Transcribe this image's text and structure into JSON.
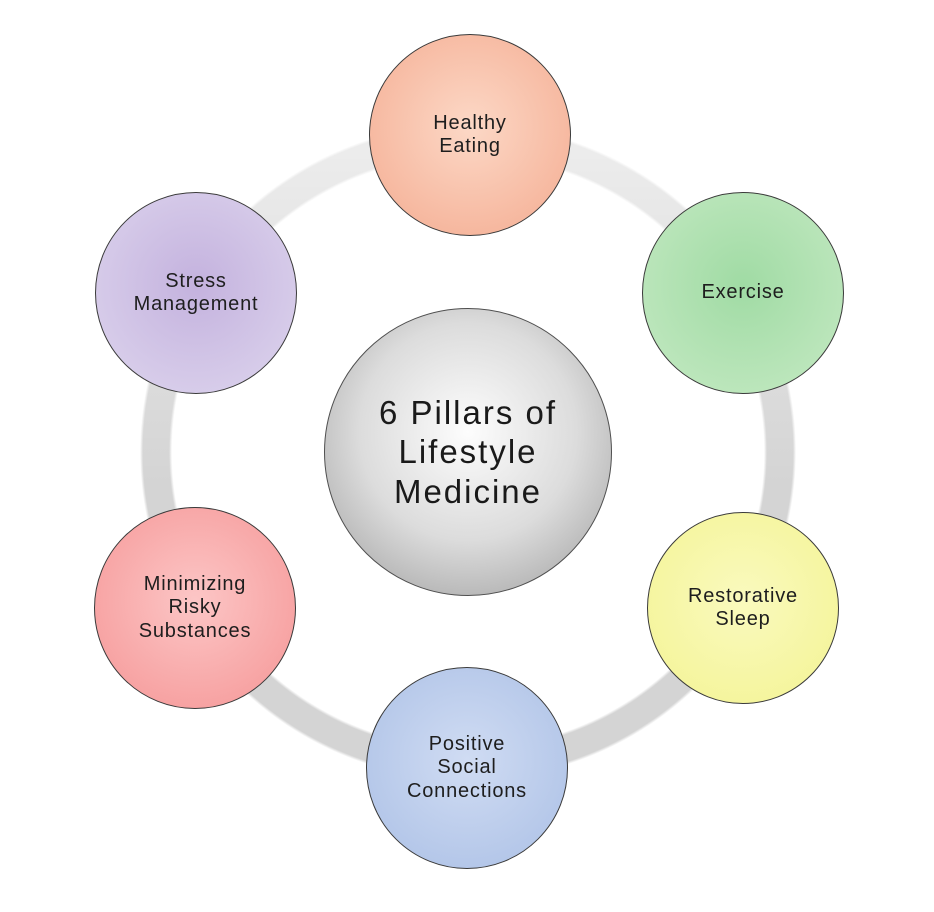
{
  "diagram": {
    "background_color": "#ffffff",
    "ring_color": "#d4d4d4",
    "border_color": "#3a3a3a",
    "text_color": "#1e1e1e",
    "center": {
      "label": "6 Pillars of\nLifestyle\nMedicine",
      "fill_inner": "#fdfdfd",
      "fill_mid": "#dcdcdc",
      "fill_outer": "#989898"
    },
    "pillars": [
      {
        "id": "healthy-eating",
        "label": "Healthy\nEating",
        "position": "top",
        "fill_inner": "#fcd8c6",
        "fill_outer": "#f4ab90"
      },
      {
        "id": "exercise",
        "label": "Exercise",
        "position": "top-right",
        "fill_inner": "#a0dba4",
        "fill_outer": "#c6eac4"
      },
      {
        "id": "restorative-sleep",
        "label": "Restorative\nSleep",
        "position": "bottom-right",
        "fill_inner": "#fafabe",
        "fill_outer": "#f3f392"
      },
      {
        "id": "positive-social-connections",
        "label": "Positive\nSocial\nConnections",
        "position": "bottom",
        "fill_inner": "#d0dcf3",
        "fill_outer": "#aabfe5"
      },
      {
        "id": "minimizing-risky-substances",
        "label": "Minimizing\nRisky\nSubstances",
        "position": "bottom-left",
        "fill_inner": "#fcc6c6",
        "fill_outer": "#f59595"
      },
      {
        "id": "stress-management",
        "label": "Stress\nManagement",
        "position": "top-left",
        "fill_inner": "#c4b2de",
        "fill_outer": "#ded6ee"
      }
    ]
  }
}
